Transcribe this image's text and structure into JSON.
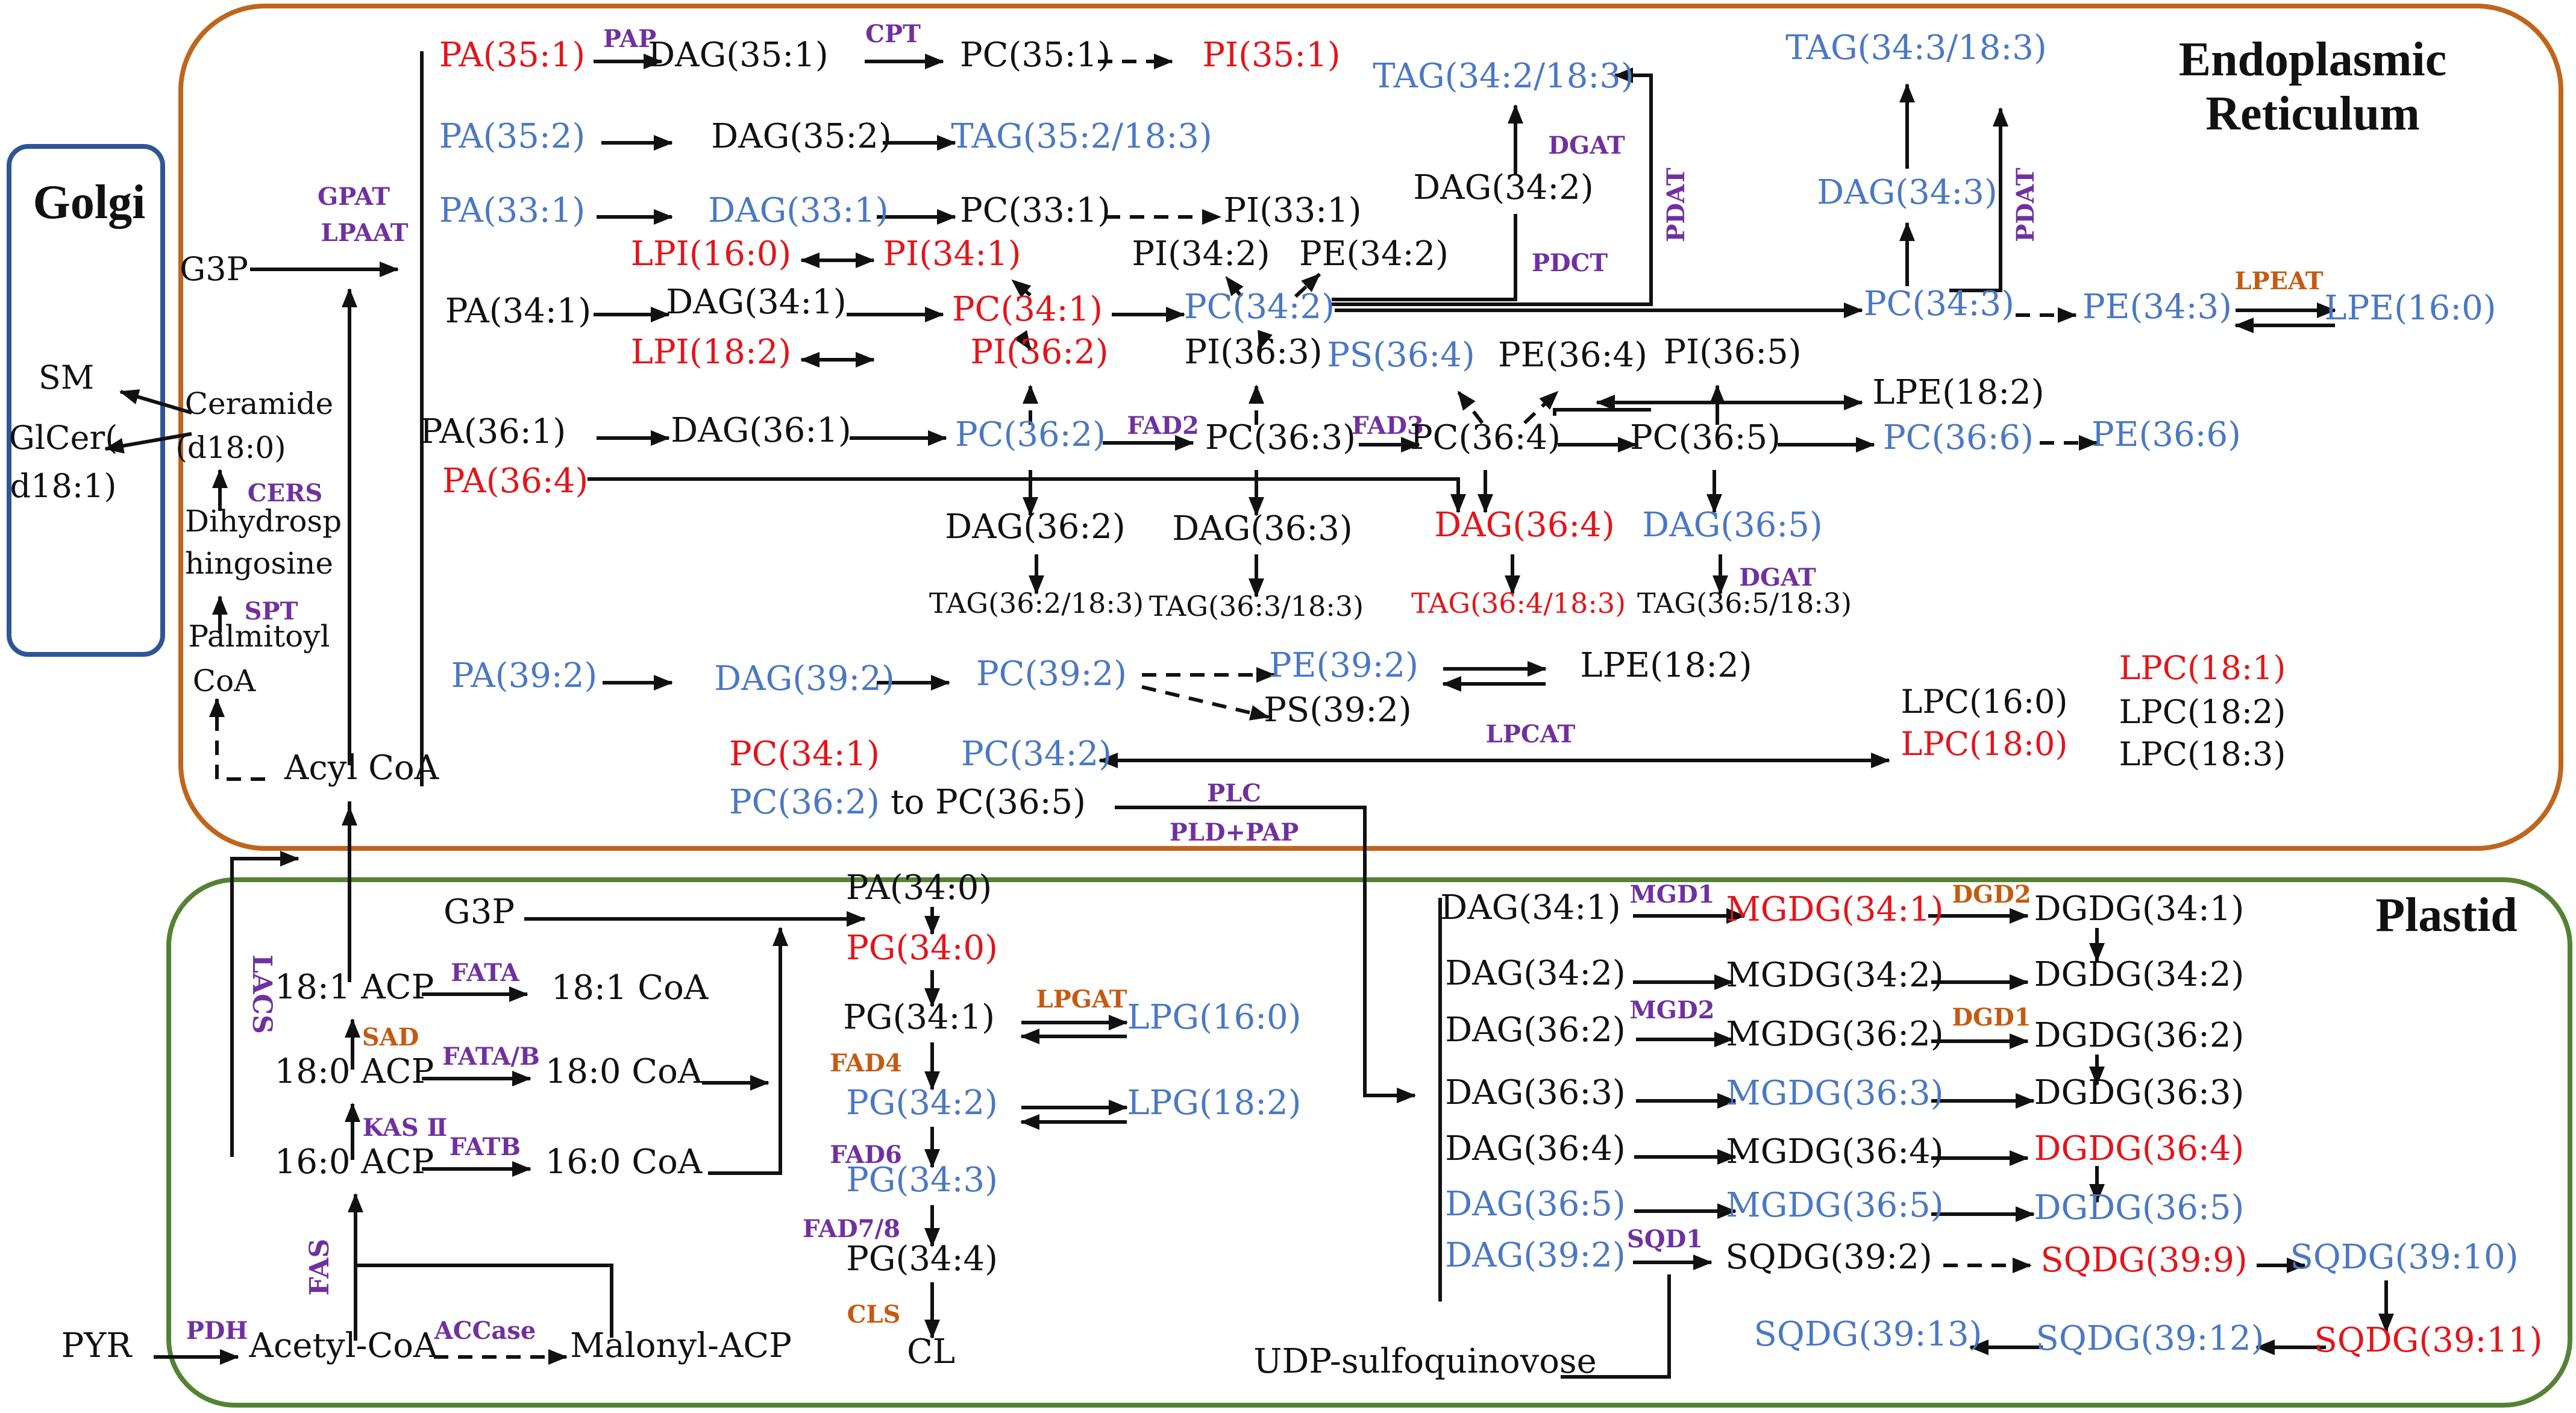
{
  "colors": {
    "black": "#111111",
    "red": "#e3151a",
    "blue": "#4a78c4",
    "purple": "#7030a0",
    "orange": "#c55a11",
    "er_border": "#c0651c",
    "golgi_border": "#2f5597",
    "plastid_border": "#548235"
  },
  "compartments": {
    "golgi": "Golgi",
    "er_line1": "Endoplasmic",
    "er_line2": "Reticulum",
    "plastid": "Plastid"
  },
  "nodes": {
    "g3p_er": "G3P",
    "sm": "SM",
    "glcer1": "GlCer(",
    "glcer2": "d18:1)",
    "ceramide1": "Ceramide",
    "ceramide2": "(d18:0)",
    "dihydro1": "Dihydrosp",
    "dihydro2": "hingosine",
    "palmitoyl1": "Palmitoyl",
    "palmitoyl2": "CoA",
    "acylcoa": "Acyl CoA",
    "pa351": "PA(35:1)",
    "dag351": "DAG(35:1)",
    "pc351": "PC(35:1)",
    "pi351": "PI(35:1)",
    "pa352": "PA(35:2)",
    "dag352": "DAG(35:2)",
    "tag352": "TAG(35:2/18:3)",
    "pa331": "PA(33:1)",
    "dag331": "DAG(33:1)",
    "pc331": "PC(33:1)",
    "pi331": "PI(33:1)",
    "lpi160": "LPI(16:0)",
    "pi341": "PI(34:1)",
    "pi342": "PI(34:2)",
    "pe342": "PE(34:2)",
    "pa341": "PA(34:1)",
    "dag341": "DAG(34:1)",
    "pc341": "PC(34:1)",
    "pc342": "PC(34:2)",
    "lpi182": "LPI(18:2)",
    "pi362": "PI(36:2)",
    "pi363": "PI(36:3)",
    "ps364": "PS(36:4)",
    "pe364": "PE(36:4)",
    "pi365": "PI(36:5)",
    "lpe182a": "LPE(18:2)",
    "tag342": "TAG(34:2/18:3)",
    "dag342": "DAG(34:2)",
    "tag343": "TAG(34:3/18:3)",
    "dag343": "DAG(34:3)",
    "pc343": "PC(34:3)",
    "pe343": "PE(34:3)",
    "lpe160": "LPE(16:0)",
    "pa361": "PA(36:1)",
    "dag361": "DAG(36:1)",
    "pc362": "PC(36:2)",
    "pc363": "PC(36:3)",
    "pc364": "PC(36:4)",
    "pc365": "PC(36:5)",
    "pc366": "PC(36:6)",
    "pe366": "PE(36:6)",
    "pa364": "PA(36:4)",
    "dag362": "DAG(36:2)",
    "dag363": "DAG(36:3)",
    "dag364": "DAG(36:4)",
    "dag365": "DAG(36:5)",
    "tag362": "TAG(36:2/18:3)",
    "tag363": "TAG(36:3/18:3)",
    "tag364": "TAG(36:4/18:3)",
    "tag365": "TAG(36:5/18:3)",
    "pa392": "PA(39:2)",
    "dag392": "DAG(39:2)",
    "pc392": "PC(39:2)",
    "pe392": "PE(39:2)",
    "lpe182b": "LPE(18:2)",
    "ps392": "PS(39:2)",
    "lpc160": "LPC(16:0)",
    "lpc180": "LPC(18:0)",
    "lpc181": "LPC(18:1)",
    "lpc182": "LPC(18:2)",
    "lpc183": "LPC(18:3)",
    "pc341b": "PC(34:1)",
    "pc342b": "PC(34:2)",
    "pc362b": "PC(36:2)",
    "to_pc365": "to PC(36:5)",
    "g3p_pl": "G3P",
    "acp181": "18:1 ACP",
    "coa181": "18:1 CoA",
    "acp180": "18:0 ACP",
    "coa180": "18:0 CoA",
    "acp160": "16:0 ACP",
    "coa160": "16:0 CoA",
    "pyr": "PYR",
    "acetylcoa": "Acetyl-CoA",
    "malonylacp": "Malonyl-ACP",
    "pa340": "PA(34:0)",
    "pg340": "PG(34:0)",
    "pg341": "PG(34:1)",
    "lpg160": "LPG(16:0)",
    "pg342": "PG(34:2)",
    "lpg182": "LPG(18:2)",
    "pg343": "PG(34:3)",
    "pg344": "PG(34:4)",
    "cl": "CL",
    "pdag341": "DAG(34:1)",
    "pdag342": "DAG(34:2)",
    "pdag362": "DAG(36:2)",
    "pdag363": "DAG(36:3)",
    "pdag364": "DAG(36:4)",
    "pdag365": "DAG(36:5)",
    "pdag392": "DAG(39:2)",
    "mgdg341": "MGDG(34:1)",
    "mgdg342": "MGDG(34:2)",
    "mgdg362": "MGDG(36:2)",
    "mgdg363": "MGDG(36:3)",
    "mgdg364": "MGDG(36:4)",
    "mgdg365": "MGDG(36:5)",
    "dgdg341": "DGDG(34:1)",
    "dgdg342": "DGDG(34:2)",
    "dgdg362": "DGDG(36:2)",
    "dgdg363": "DGDG(36:3)",
    "dgdg364": "DGDG(36:4)",
    "dgdg365": "DGDG(36:5)",
    "sqdg392": "SQDG(39:2)",
    "sqdg399": "SQDG(39:9)",
    "sqdg3910": "SQDG(39:10)",
    "sqdg3911": "SQDG(39:11)",
    "sqdg3912": "SQDG(39:12)",
    "sqdg3913": "SQDG(39:13)",
    "udp": "UDP-sulfoquinovose"
  },
  "enzymes": {
    "pap": "PAP",
    "cpt": "CPT",
    "gpat": "GPAT",
    "lpaat": "LPAAT",
    "cers": "CERS",
    "spt": "SPT",
    "dgat1": "DGAT",
    "pdct": "PDCT",
    "pdat1": "PDAT",
    "pdat2": "PDAT",
    "lpeat": "LPEAT",
    "fad2": "FAD2",
    "fad3": "FAD3",
    "dgat2": "DGAT",
    "lpcat": "LPCAT",
    "plc": "PLC",
    "pldpap": "PLD+PAP",
    "lacs": "LACS",
    "fata": "FATA",
    "sad": "SAD",
    "fatab": "FATA/B",
    "kas": "KAS Ⅱ",
    "fatb": "FATB",
    "fas": "FAS",
    "pdh": "PDH",
    "accase": "ACCase",
    "lpgat": "LPGAT",
    "fad4": "FAD4",
    "fad6": "FAD6",
    "fad78": "FAD7/8",
    "cls": "CLS",
    "mgd1": "MGD1",
    "mgd2": "MGD2",
    "dgd2": "DGD2",
    "dgd1": "DGD1",
    "sqd1": "SQD1"
  }
}
